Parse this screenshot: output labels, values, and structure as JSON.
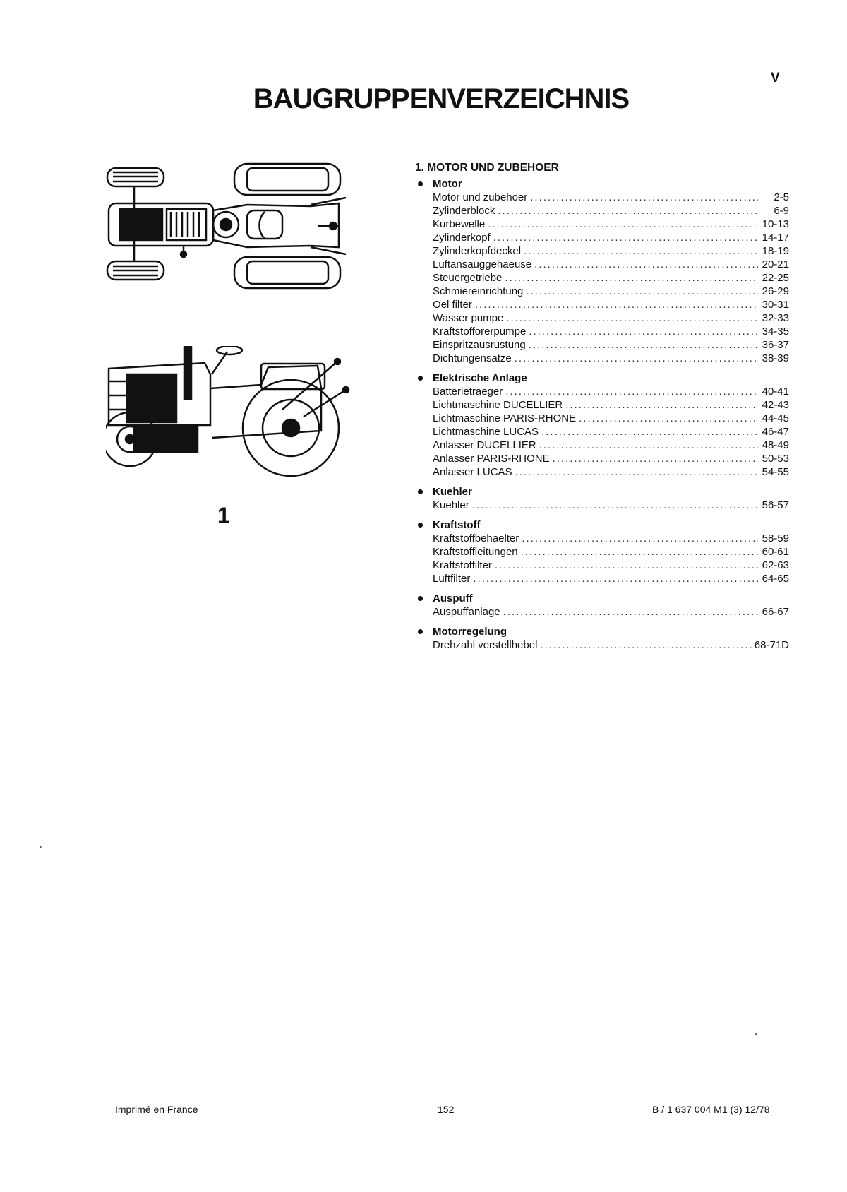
{
  "page_letter": "V",
  "title": "BAUGRUPPENVERZEICHNIS",
  "figure_number": "1",
  "section": {
    "heading": "1. MOTOR UND ZUBEHOER",
    "groups": [
      {
        "title": "Motor",
        "entries": [
          {
            "label": "Motor und zubehoer",
            "pages": "2-5"
          },
          {
            "label": "Zylinderblock",
            "pages": "6-9"
          },
          {
            "label": "Kurbewelle",
            "pages": "10-13"
          },
          {
            "label": "Zylinderkopf",
            "pages": "14-17"
          },
          {
            "label": "Zylinderkopfdeckel",
            "pages": "18-19"
          },
          {
            "label": "Luftansauggehaeuse",
            "pages": "20-21"
          },
          {
            "label": "Steuergetriebe",
            "pages": "22-25"
          },
          {
            "label": "Schmiereinrichtung",
            "pages": "26-29"
          },
          {
            "label": "Oel filter",
            "pages": "30-31"
          },
          {
            "label": "Wasser pumpe",
            "pages": "32-33"
          },
          {
            "label": "Kraftstofforerpumpe",
            "pages": "34-35"
          },
          {
            "label": "Einspritzausrustung",
            "pages": "36-37"
          },
          {
            "label": "Dichtungensatze",
            "pages": "38-39"
          }
        ]
      },
      {
        "title": "Elektrische Anlage",
        "entries": [
          {
            "label": "Batterietraeger",
            "pages": "40-41"
          },
          {
            "label": "Lichtmaschine DUCELLIER",
            "pages": "42-43"
          },
          {
            "label": "Lichtmaschine PARIS-RHONE",
            "pages": "44-45"
          },
          {
            "label": "Lichtmaschine LUCAS",
            "pages": "46-47"
          },
          {
            "label": "Anlasser DUCELLIER",
            "pages": "48-49"
          },
          {
            "label": "Anlasser PARIS-RHONE",
            "pages": "50-53"
          },
          {
            "label": "Anlasser LUCAS",
            "pages": "54-55"
          }
        ]
      },
      {
        "title": "Kuehler",
        "entries": [
          {
            "label": "Kuehler",
            "pages": "56-57"
          }
        ]
      },
      {
        "title": "Kraftstoff",
        "entries": [
          {
            "label": "Kraftstoffbehaelter",
            "pages": "58-59"
          },
          {
            "label": "Kraftstoffleitungen",
            "pages": "60-61"
          },
          {
            "label": "Kraftstoffilter",
            "pages": "62-63"
          },
          {
            "label": "Luftfilter",
            "pages": "64-65"
          }
        ]
      },
      {
        "title": "Auspuff",
        "entries": [
          {
            "label": "Auspuffanlage",
            "pages": "66-67"
          }
        ]
      },
      {
        "title": "Motorregelung",
        "entries": [
          {
            "label": "Drehzahl verstellhebel",
            "pages": "68-71D"
          }
        ]
      }
    ]
  },
  "footer": {
    "left": "Imprimé en France",
    "center": "152",
    "right": "B / 1 637 004 M1 (3) 12/78"
  }
}
